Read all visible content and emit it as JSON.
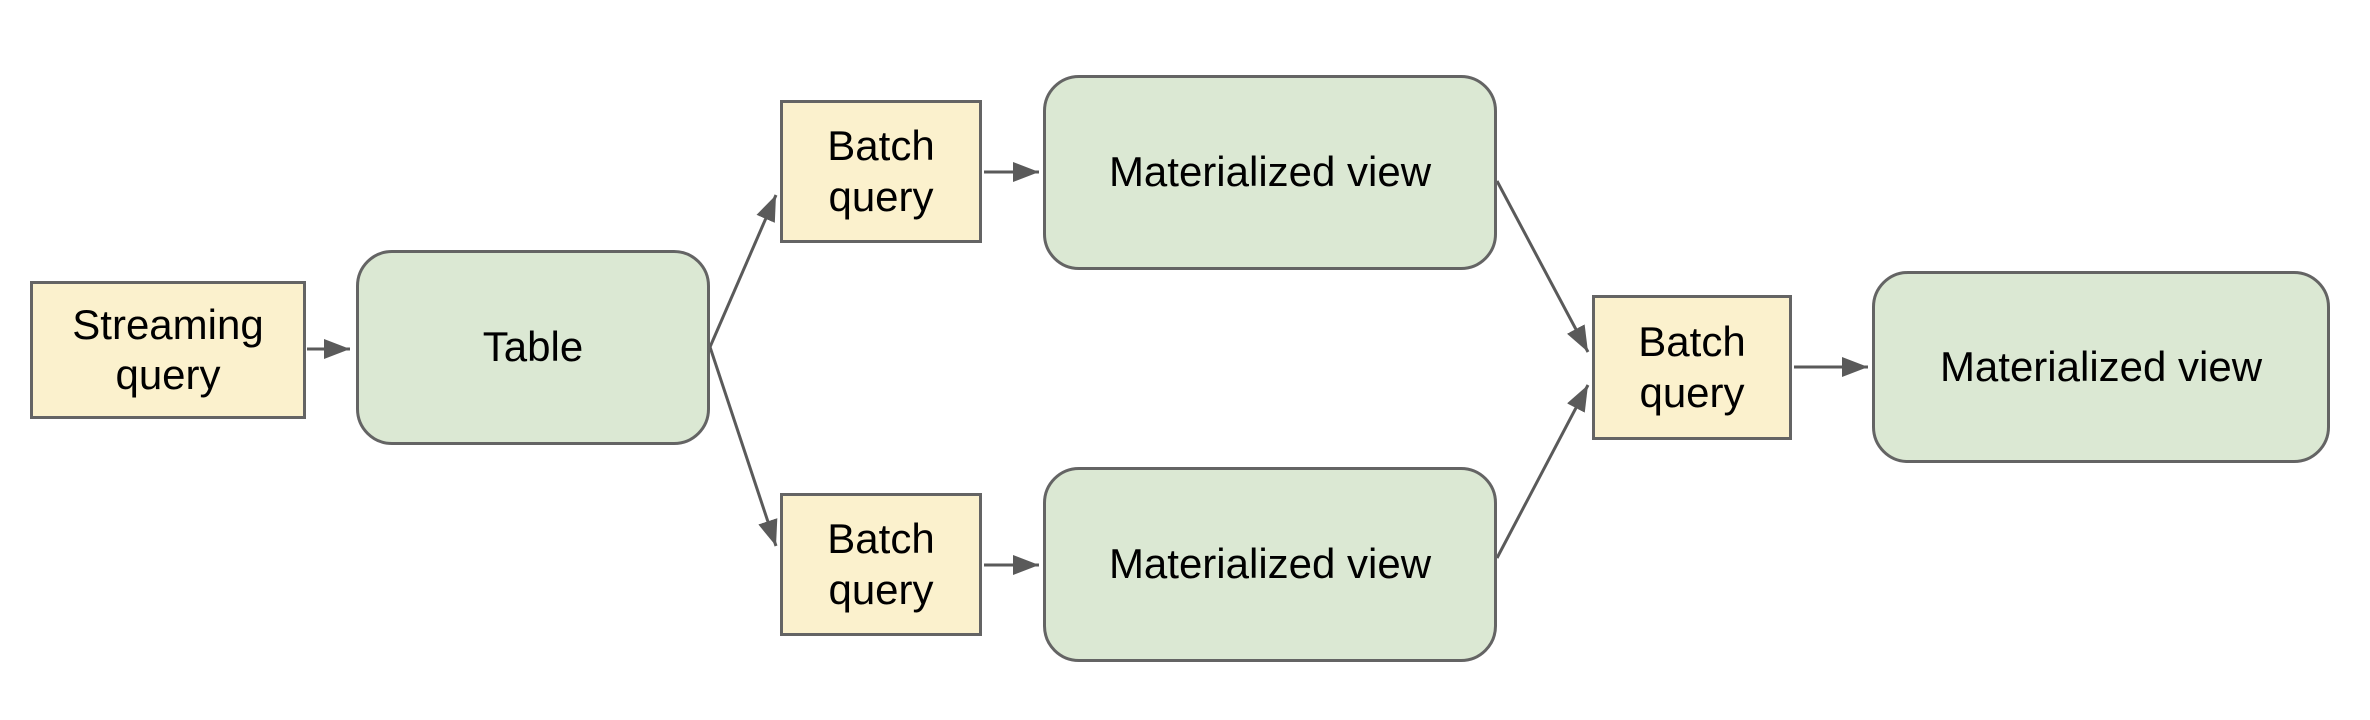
{
  "diagram": {
    "nodes": {
      "streaming_query": {
        "label": "Streaming query",
        "shape": "rectangle",
        "fill": "#fbf1cd"
      },
      "table": {
        "label": "Table",
        "shape": "rounded-rectangle",
        "fill": "#dbe8d3"
      },
      "batch_query_top": {
        "label": "Batch query",
        "shape": "rectangle",
        "fill": "#fbf1cd"
      },
      "materialized_view_top": {
        "label": "Materialized view",
        "shape": "rounded-rectangle",
        "fill": "#dbe8d3"
      },
      "batch_query_bottom": {
        "label": "Batch query",
        "shape": "rectangle",
        "fill": "#fbf1cd"
      },
      "materialized_view_bottom": {
        "label": "Materialized view",
        "shape": "rounded-rectangle",
        "fill": "#dbe8d3"
      },
      "batch_query_right": {
        "label": "Batch query",
        "shape": "rectangle",
        "fill": "#fbf1cd"
      },
      "materialized_view_final": {
        "label": "Materialized view",
        "shape": "rounded-rectangle",
        "fill": "#dbe8d3"
      }
    },
    "edges": [
      {
        "from": "streaming_query",
        "to": "table"
      },
      {
        "from": "table",
        "to": "batch_query_top"
      },
      {
        "from": "table",
        "to": "batch_query_bottom"
      },
      {
        "from": "batch_query_top",
        "to": "materialized_view_top"
      },
      {
        "from": "batch_query_bottom",
        "to": "materialized_view_bottom"
      },
      {
        "from": "materialized_view_top",
        "to": "batch_query_right"
      },
      {
        "from": "materialized_view_bottom",
        "to": "batch_query_right"
      },
      {
        "from": "batch_query_right",
        "to": "materialized_view_final"
      }
    ],
    "colors": {
      "background": "#ffffff",
      "query_fill": "#fbf1cd",
      "table_fill": "#dbe8d3",
      "border": "#646464",
      "arrow": "#5a5a5a",
      "text": "#000000"
    }
  }
}
